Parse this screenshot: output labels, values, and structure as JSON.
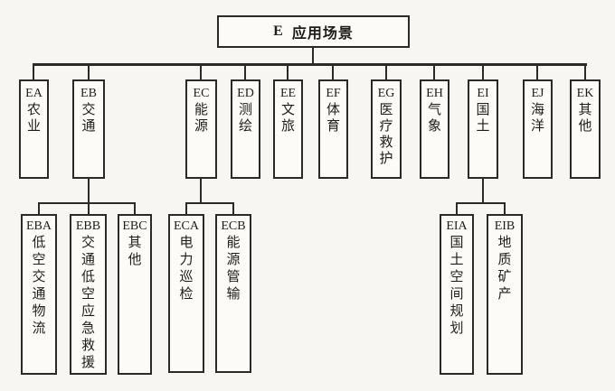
{
  "colors": {
    "line": "#2b2a26",
    "background": "#f7f6f2",
    "box_fill": "#fcfbf8"
  },
  "root": {
    "code": "E",
    "label": "应用场景"
  },
  "level2": [
    {
      "code": "EA",
      "label": "农业"
    },
    {
      "code": "EB",
      "label": "交通"
    },
    {
      "code": "EC",
      "label": "能源"
    },
    {
      "code": "ED",
      "label": "测绘"
    },
    {
      "code": "EE",
      "label": "文旅"
    },
    {
      "code": "EF",
      "label": "体育"
    },
    {
      "code": "EG",
      "label": "医疗救护"
    },
    {
      "code": "EH",
      "label": "气象"
    },
    {
      "code": "EI",
      "label": "国土"
    },
    {
      "code": "EJ",
      "label": "海洋"
    },
    {
      "code": "EK",
      "label": "其他"
    }
  ],
  "level3": [
    {
      "parent": "EB",
      "code": "EBA",
      "label": "低空交通物流"
    },
    {
      "parent": "EB",
      "code": "EBB",
      "label": "交通低空应急救援"
    },
    {
      "parent": "EB",
      "code": "EBC",
      "label": "其他"
    },
    {
      "parent": "EC",
      "code": "ECA",
      "label": "电力巡检"
    },
    {
      "parent": "EC",
      "code": "ECB",
      "label": "能源管输"
    },
    {
      "parent": "EI",
      "code": "EIA",
      "label": "国土空间规划"
    },
    {
      "parent": "EI",
      "code": "EIB",
      "label": "地质矿产"
    }
  ]
}
